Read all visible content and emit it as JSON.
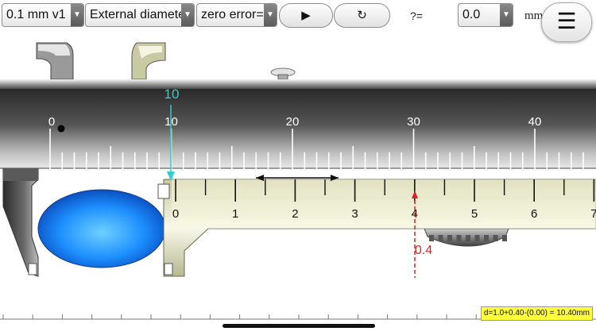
{
  "toolbar": {
    "precision_select": "0.1 mm v1",
    "mode_select": "External diameter",
    "zero_error_select": "zero error=",
    "play_button": "▶",
    "reset_button": "↻",
    "answer_label": "?=",
    "answer_select": "0.0",
    "unit_label": "mm",
    "menu_button": "☰"
  },
  "main_scale": {
    "labels": [
      "0",
      "10",
      "20",
      "30",
      "40"
    ],
    "unit": "mm",
    "start_value": 0,
    "end_value": 46
  },
  "vernier_scale": {
    "labels": [
      "0",
      "1",
      "2",
      "3",
      "4",
      "5",
      "6",
      "7"
    ]
  },
  "annotations": {
    "main_reading": "10",
    "vernier_reading": "0.4"
  },
  "readout": "d=1.0+0.40-(0.00) = 10.40mm",
  "colors": {
    "beam_dark": "#3a3a3a",
    "beam_light": "#dcdcdc",
    "vernier_light": "#f2f2e0",
    "vernier_dark": "#b4b48a",
    "object_blue": "#1a8cff",
    "cyan_marker": "#33cccc",
    "red_marker": "#e02020",
    "readout_bg": "#ffff3a"
  }
}
